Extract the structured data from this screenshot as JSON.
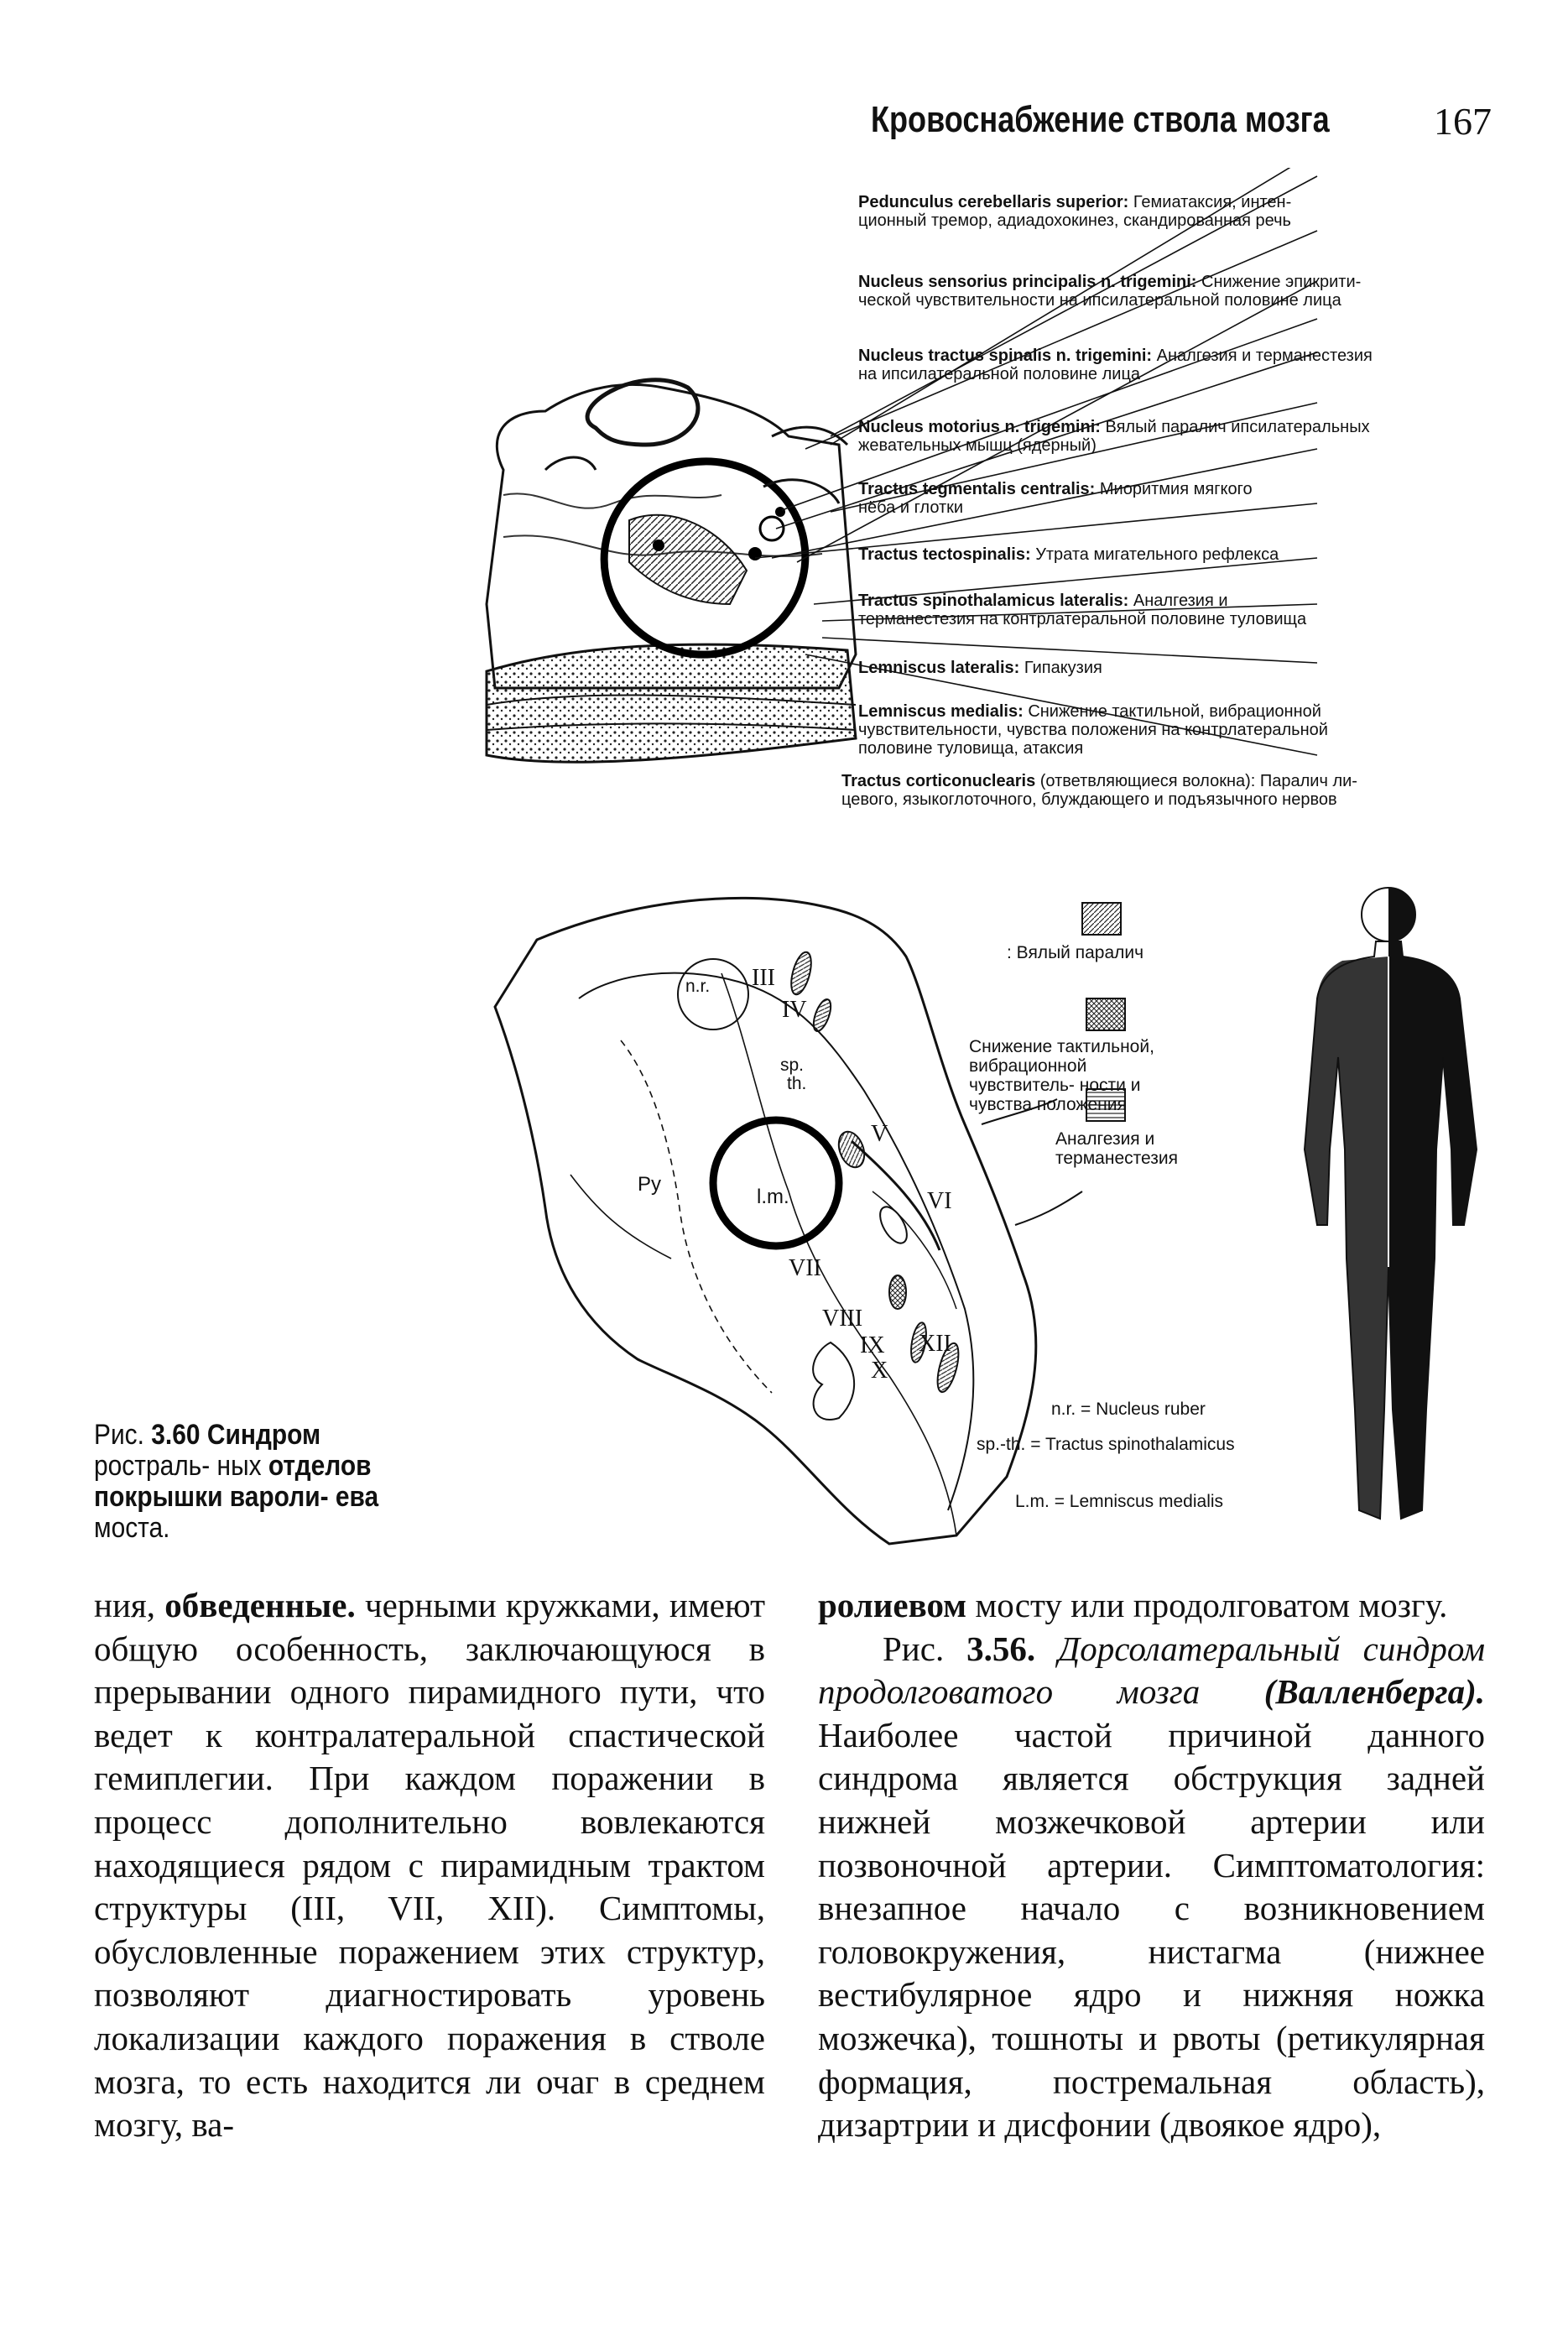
{
  "header": {
    "title": "Кровоснабжение ствола мозга",
    "page_number": "167"
  },
  "figure_top": {
    "labels": [
      {
        "term": "Pedunculus cerebellaris superior:",
        "text": "Гемиатаксия, интен-",
        "text2": "ционный тремор, адиадохокинез, скандированная речь"
      },
      {
        "term": "Nucleus sensorius principalis n. trigemini:",
        "text": "Снижение эпикрити-",
        "text2": "ческой чувствительности на ипсилатеральной половине лица"
      },
      {
        "term": "Nucleus tractus spinalis n. trigemini:",
        "text": "Аналгезия и терманестезия",
        "text2": "на ипсилатеральной половине лица"
      },
      {
        "term": "Nucleus motorius n. trigemini:",
        "text": "Вялый паралич ипсилатеральных",
        "text2": "жевательных мышц (ядерный)"
      },
      {
        "term": "Tractus tegmentalis centralis:",
        "text": "Миоритмия мягкого",
        "text2": "нёба и глотки"
      },
      {
        "term": "Tractus tectospinalis:",
        "text": "Утрата мигательного рефлекса",
        "text2": ""
      },
      {
        "term": "Tractus spinothalamicus lateralis:",
        "text": "Аналгезия и",
        "text2": "терманестезия на контрлатеральной половине туловища"
      },
      {
        "term": "Lemniscus lateralis:",
        "text": "Гипакузия",
        "text2": ""
      },
      {
        "term": "Lemniscus medialis:",
        "text": "Снижение тактильной, вибрационной",
        "text2": "чувствительности, чувства положения на контрлатеральной",
        "text3": "половине туловища, атаксия"
      },
      {
        "term": "Tractus corticonuclearis",
        "text": "(ответвляющиеся волокна): Паралич ли-",
        "text2": "цевого, языкоглоточного, блуждающего и подъязычного нервов"
      }
    ]
  },
  "figure_bottom": {
    "diagram_labels": [
      "n.r.",
      "III",
      "IV",
      "sp.",
      "th.",
      "V",
      "Py",
      "l.m.",
      "VI",
      "VII",
      "VIII",
      "IX",
      "X",
      "XII"
    ],
    "legend": [
      {
        "text": ": Вялый паралич"
      },
      {
        "text": "Снижение тактильной, вибрационной чувствитель- ности и чувства положения"
      },
      {
        "text": "Аналгезия и терманестезия"
      }
    ],
    "abbreviations": [
      {
        "abbr": "n.r.",
        "eq": "=",
        "full": "Nucleus ruber"
      },
      {
        "abbr": "sp.-th.",
        "eq": "=",
        "full": "Tractus spinothalamicus"
      },
      {
        "abbr": "L.m.",
        "eq": "=",
        "full": "Lemniscus medialis"
      }
    ]
  },
  "caption": {
    "prefix": "Рис.",
    "number": "3.60",
    "bold_text": "Синдром",
    "text1": "ростраль-",
    "text2": "ных",
    "bold_text2": "отделов покрышки вароли-",
    "bold_text3": "ева",
    "text3": "моста."
  },
  "body_left": {
    "p1_start": "ния,",
    "p1_bold": "обведенные.",
    "p1_rest": "черными кружками, имеют общую особенность, заключающуюся в прерывании одного пирамидного пути, что ведет к контралатеральной спастической гемиплегии. При каждом поражении в процесс дополнительно вовлекаются находящиеся рядом с пирамидным трактом структуры (III, VII, XII). Симптомы, обусловленные поражением этих структур, позволяют диагностировать уровень локализации каждого поражения в стволе мозга, то есть находится ли очаг в среднем мозгу, ва-"
  },
  "body_right": {
    "p1_bold": "ролиевом",
    "p1_rest": "мосту или продолговатом мозгу.",
    "p2_prefix": "Рис.",
    "p2_number": "3.56.",
    "p2_italic": "Дорсолатеральный синдром продолговатого мозга",
    "p2_bold_italic": "(Валленберга).",
    "p2_rest": "Наиболее частой причиной данного синдрома является обструкция задней нижней мозжечковой артерии или позвоночной артерии. Симптоматология: внезапное начало с возникновением головокружения, нистагма (нижнее вестибулярное ядро и нижняя ножка мозжечка), тошноты и рвоты (ретикулярная формация, постремальная область), дизартрии и дисфонии (двоякое ядро),"
  }
}
